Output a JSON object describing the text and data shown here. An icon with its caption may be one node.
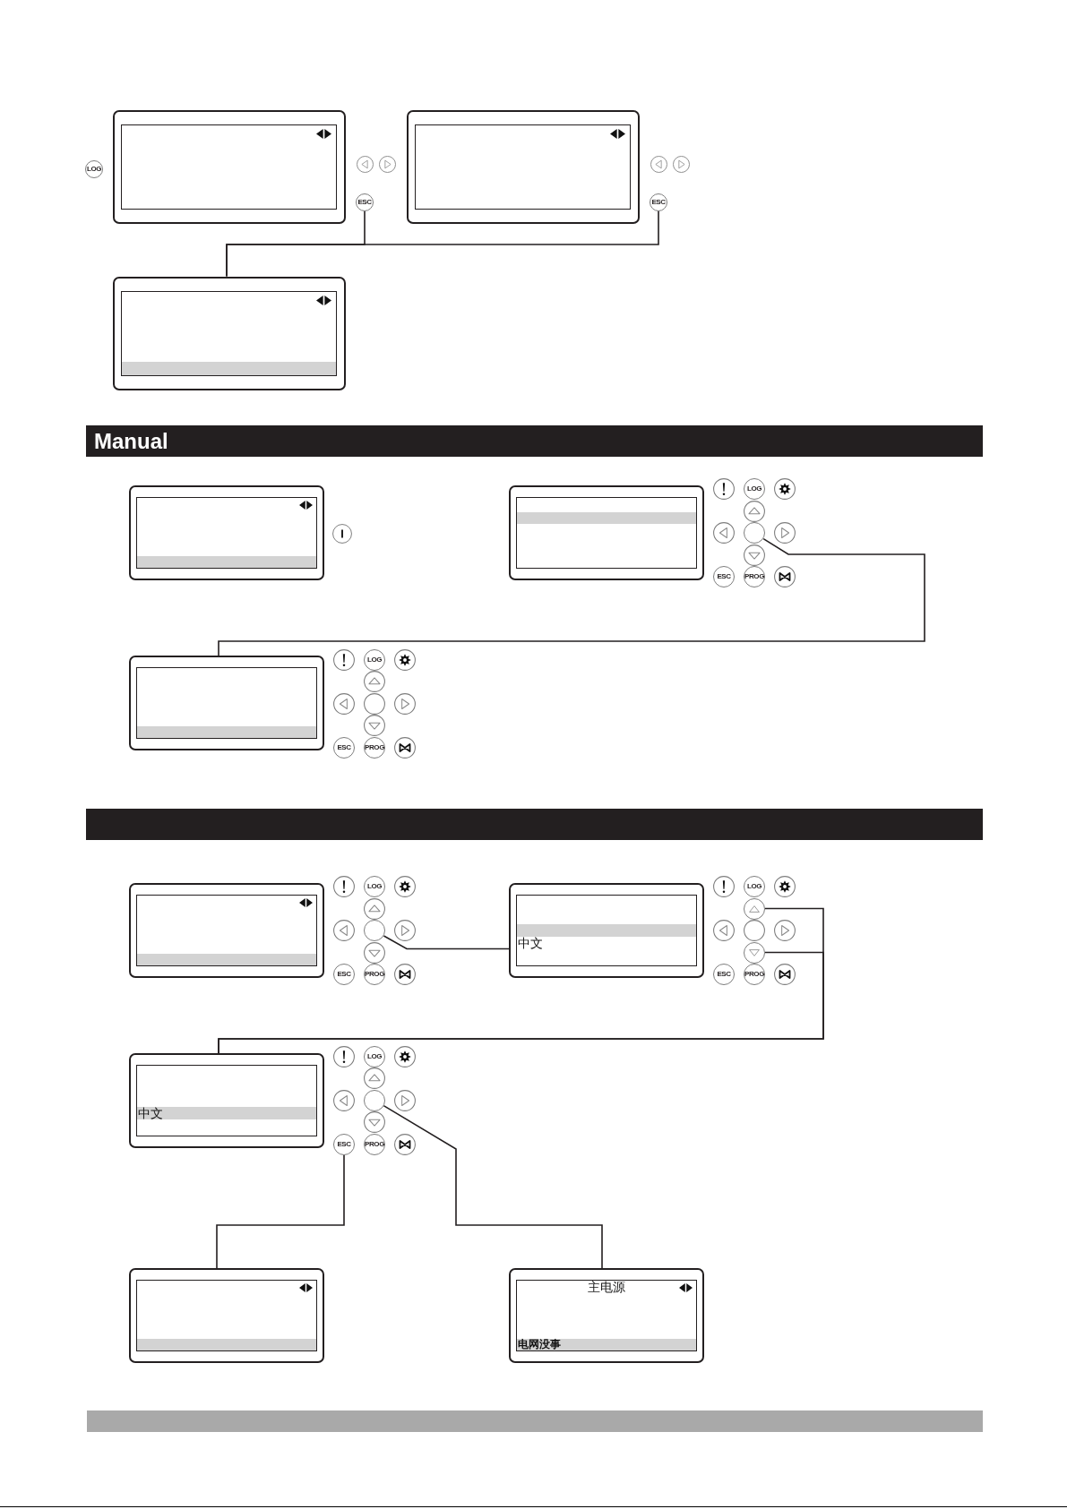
{
  "diagram": {
    "nodes": [
      {
        "text": [],
        "shape": "box"
      },
      {
        "text": [
          "LOG"
        ]
      },
      {
        "text": [
          "ESC"
        ]
      },
      {
        "text": [],
        "shape": "box"
      },
      {
        "text": [
          "ESC"
        ]
      },
      {
        "text": [],
        "shape": "box"
      },
      {
        "text": [
          "Manual"
        ]
      },
      {
        "text": [],
        "shape": "box"
      },
      {
        "text": [],
        "shape": "box"
      },
      {
        "text": [
          "LOG"
        ]
      },
      {
        "text": [],
        "shape": "circle"
      },
      {
        "text": [
          "ESC"
        ]
      },
      {
        "text": [
          "PROG"
        ]
      },
      {
        "text": [],
        "shape": "box"
      },
      {
        "text": [
          "LOG"
        ]
      },
      {
        "text": [
          "ESC"
        ]
      },
      {
        "text": [
          "PROG"
        ]
      },
      {
        "text": [],
        "shape": "bar"
      },
      {
        "text": [],
        "shape": "box"
      },
      {
        "text": [
          "LOG"
        ]
      },
      {
        "text": [],
        "shape": "circle"
      },
      {
        "text": [
          "ESC"
        ]
      },
      {
        "text": [
          "PROG"
        ]
      },
      {
        "text": [
          "中文"
        ]
      },
      {
        "text": [
          "LOG"
        ]
      },
      {
        "text": [],
        "shape": "circle"
      },
      {
        "text": [],
        "shape": "circle"
      },
      {
        "text": [
          "ESC"
        ]
      },
      {
        "text": [
          "PROG"
        ]
      },
      {
        "text": [
          "中文"
        ]
      },
      {
        "text": [
          "LOG"
        ]
      },
      {
        "text": [],
        "shape": "circle"
      },
      {
        "text": [
          "ESC"
        ]
      },
      {
        "text": [
          "PROG"
        ]
      },
      {
        "text": [],
        "shape": "box"
      },
      {
        "text": [
          "主电源",
          "电网没事"
        ]
      },
      {
        "text": [],
        "shape": "bar"
      }
    ],
    "edges": [
      {
        "from": 2,
        "to": 5,
        "arrow": "none"
      },
      {
        "from": 4,
        "to": 5,
        "arrow": "none"
      },
      {
        "from": 10,
        "to": 13,
        "arrow": "none"
      },
      {
        "from": 20,
        "to": 23,
        "arrow": "none"
      },
      {
        "from": 25,
        "to": 29,
        "arrow": "none"
      },
      {
        "from": 26,
        "to": 29,
        "arrow": "none"
      },
      {
        "from": 32,
        "to": 34,
        "arrow": "none"
      },
      {
        "from": 31,
        "to": 35,
        "arrow": "none"
      }
    ]
  }
}
